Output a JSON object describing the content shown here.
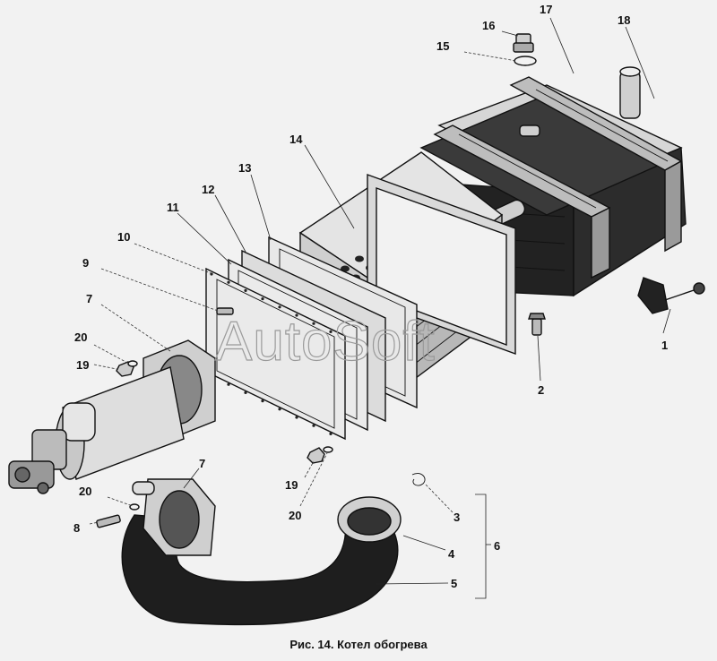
{
  "caption": "Рис. 14. Котел обогрева",
  "watermark": "AutoSoft",
  "callouts": [
    {
      "id": "1",
      "text": "1"
    },
    {
      "id": "2",
      "text": "2"
    },
    {
      "id": "3",
      "text": "3"
    },
    {
      "id": "4",
      "text": "4"
    },
    {
      "id": "5",
      "text": "5"
    },
    {
      "id": "6",
      "text": "6"
    },
    {
      "id": "7a",
      "text": "7"
    },
    {
      "id": "7b",
      "text": "7"
    },
    {
      "id": "8",
      "text": "8"
    },
    {
      "id": "9",
      "text": "9"
    },
    {
      "id": "10",
      "text": "10"
    },
    {
      "id": "11",
      "text": "11"
    },
    {
      "id": "12",
      "text": "12"
    },
    {
      "id": "13",
      "text": "13"
    },
    {
      "id": "14",
      "text": "14"
    },
    {
      "id": "15",
      "text": "15"
    },
    {
      "id": "16",
      "text": "16"
    },
    {
      "id": "17",
      "text": "17"
    },
    {
      "id": "18",
      "text": "18"
    },
    {
      "id": "19a",
      "text": "19"
    },
    {
      "id": "19b",
      "text": "19"
    },
    {
      "id": "20a",
      "text": "20"
    },
    {
      "id": "20b",
      "text": "20"
    },
    {
      "id": "20c",
      "text": "20"
    }
  ]
}
